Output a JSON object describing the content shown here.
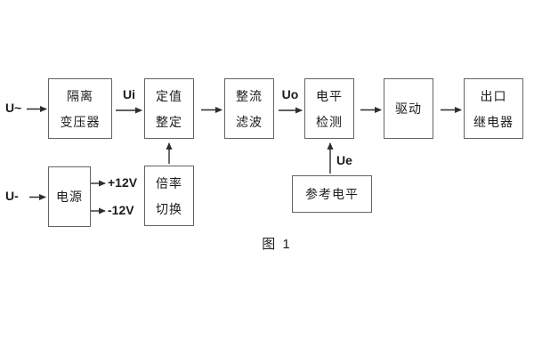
{
  "caption": "图 1",
  "labels": {
    "ac_input": "U~",
    "dc_input": "U-",
    "ui": "Ui",
    "uo": "Uo",
    "ue": "Ue",
    "rail_pos": "+12V",
    "rail_neg": "-12V"
  },
  "blocks": {
    "isolation_transformer": {
      "line1": "隔离",
      "line2": "变压器"
    },
    "setpoint_adjust": {
      "line1": "定值",
      "line2": "整定"
    },
    "rectifier_filter": {
      "line1": "整流",
      "line2": "滤波"
    },
    "level_detect": {
      "line1": "电平",
      "line2": "检测"
    },
    "driver": {
      "label": "驱动"
    },
    "output_relay": {
      "line1": "出口",
      "line2": "继电器"
    },
    "power_supply": {
      "label": "电源"
    },
    "ratio_switch": {
      "line1": "倍率",
      "line2": "切换"
    },
    "reference_level": {
      "label": "参考电平"
    }
  },
  "colors": {
    "background": "#ffffff",
    "box_border": "#636363",
    "text": "#1c1c1c",
    "arrow": "#2e2e2e"
  }
}
